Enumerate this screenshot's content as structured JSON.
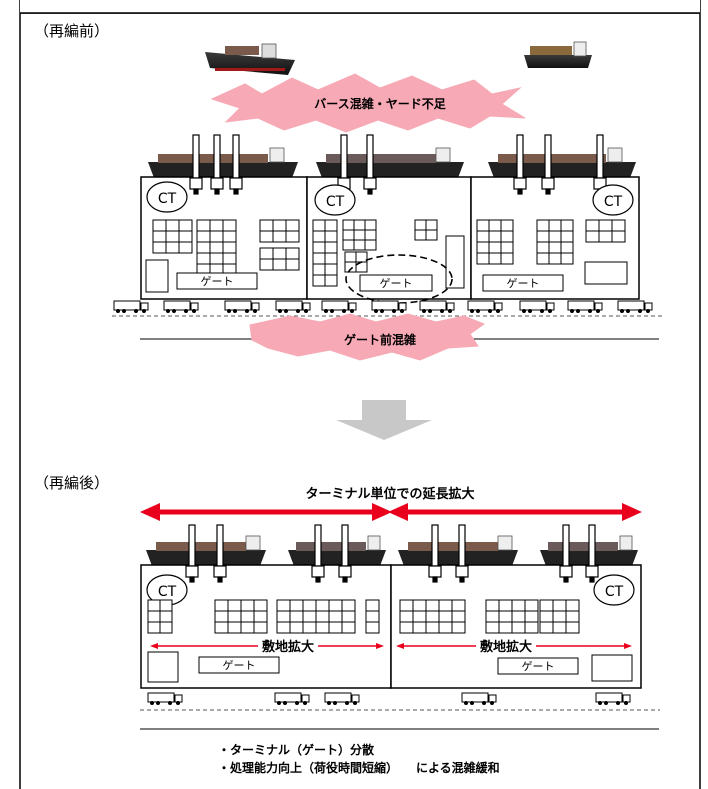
{
  "before": {
    "label": "（再編前）",
    "congestion_banner": "バース混雑・ヤード不足",
    "gate_congestion": "ゲート前混雑",
    "ct_label": "CT",
    "gate_label": "ゲート"
  },
  "after": {
    "label": "（再編後）",
    "extension_label": "ターミナル単位での延長拡大",
    "site_expansion": "敷地拡大",
    "ct_label": "CT",
    "gate_label": "ゲート"
  },
  "notes": {
    "line1": "・ターミナル（ゲート）分散",
    "line2": "・処理能力向上（荷役時間短縮）　　による混雑緩和"
  },
  "colors": {
    "burst_pink": "#f7a9b5",
    "arrow_red": "#e8001c",
    "down_arrow_gray": "#c8c8c8"
  }
}
